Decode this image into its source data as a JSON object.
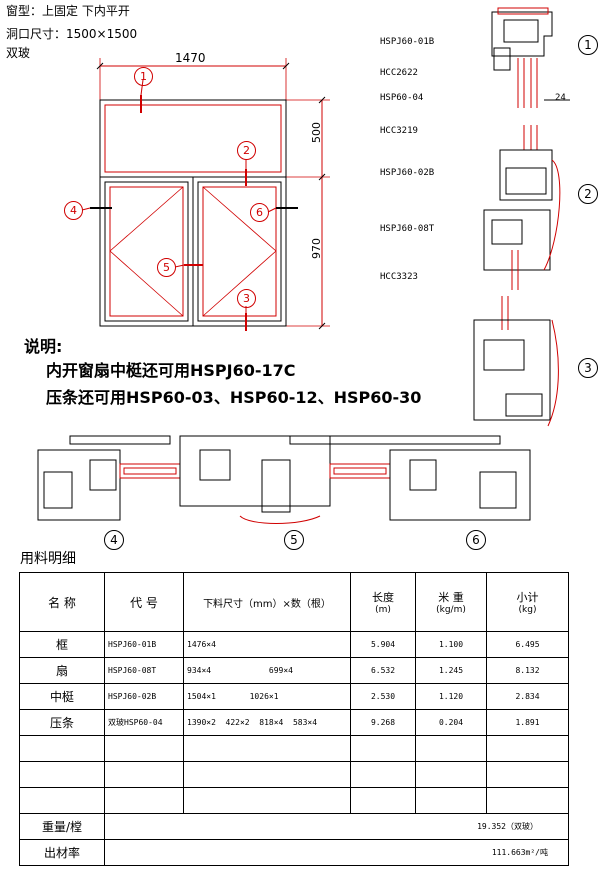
{
  "header": {
    "window_type": "窗型：上固定 下内平开",
    "opening_size": "洞口尺寸：1500×1500",
    "glass": "双玻"
  },
  "elevation": {
    "width_dim": "1470",
    "upper_dim": "500",
    "lower_dim": "970",
    "markers": [
      "1",
      "2",
      "3",
      "4",
      "5",
      "6"
    ]
  },
  "sections": {
    "s1_labels": [
      "HSPJ60-01B",
      "HCC2622",
      "HSP60-04"
    ],
    "s1_dim": "24",
    "s2_labels": [
      "HCC3219",
      "HSPJ60-02B",
      "HSPJ60-08T",
      "HCC3323"
    ],
    "circle_labels": [
      "1",
      "2",
      "3"
    ]
  },
  "notes": {
    "title": "说明:",
    "line1": "内开窗扇中梃还可用HSPJ60-17C",
    "line2": "压条还可用HSP60-03、HSP60-12、HSP60-30"
  },
  "horizontal_section_labels": [
    "4",
    "5",
    "6"
  ],
  "bom": {
    "title": "用料明细",
    "headers": {
      "name": "名  称",
      "code": "代  号",
      "cut": "下料尺寸（mm）×数（根）",
      "length": "长度",
      "length_unit": "(m)",
      "weight": "米 重",
      "weight_unit": "(kg/m)",
      "subtotal": "小计",
      "subtotal_unit": "(kg)"
    },
    "rows": [
      {
        "name": "框",
        "code": "HSPJ60-01B",
        "cut": "1476×4",
        "length": "5.904",
        "weight": "1.100",
        "subtotal": "6.495"
      },
      {
        "name": "扇",
        "code": "HSPJ60-08T",
        "cut": "934×4            699×4",
        "length": "6.532",
        "weight": "1.245",
        "subtotal": "8.132"
      },
      {
        "name": "中梃",
        "code": "HSPJ60-02B",
        "cut": "1504×1       1026×1",
        "length": "2.530",
        "weight": "1.120",
        "subtotal": "2.834"
      },
      {
        "name": "压条",
        "code": "双玻HSP60-04",
        "cut": "1390×2  422×2  818×4  583×4",
        "length": "9.268",
        "weight": "0.204",
        "subtotal": "1.891"
      }
    ],
    "footer": {
      "weight_label": "重量/樘",
      "weight_value": "19.352（双玻）",
      "yield_label": "出材率",
      "yield_value": "111.663m²/吨"
    }
  },
  "colors": {
    "line": "#000000",
    "accent": "#d00000"
  }
}
